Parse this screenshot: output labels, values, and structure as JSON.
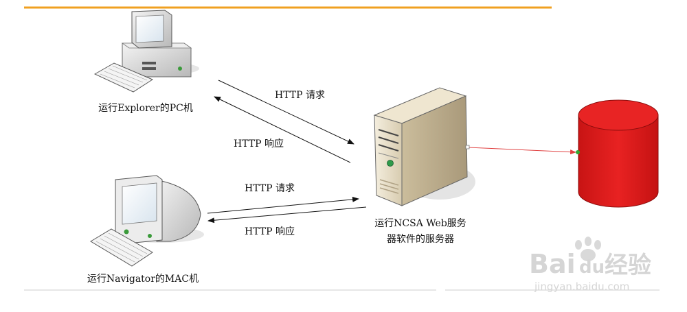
{
  "colors": {
    "accent_line": "#f0a020",
    "database": "#dd1c1c",
    "connector": "#e04040",
    "arrow": "#111111"
  },
  "nodes": {
    "pc": {
      "label": "运行Explorer的PC机",
      "icon": "desktop-pc-icon"
    },
    "mac": {
      "label": "运行Navigator的MAC机",
      "icon": "mac-computer-icon"
    },
    "server": {
      "label_line1": "运行NCSA Web服务",
      "label_line2": "器软件的服务器",
      "icon": "server-tower-icon"
    },
    "database": {
      "icon": "database-cylinder-icon"
    }
  },
  "edges": {
    "pc_request": "HTTP 请求",
    "pc_response": "HTTP 响应",
    "mac_request": "HTTP 请求",
    "mac_response": "HTTP 响应"
  },
  "watermark": {
    "brand_latin": "Bai",
    "brand_du": "du",
    "brand_cn": "经验",
    "url": "jingyan.baidu.com"
  }
}
